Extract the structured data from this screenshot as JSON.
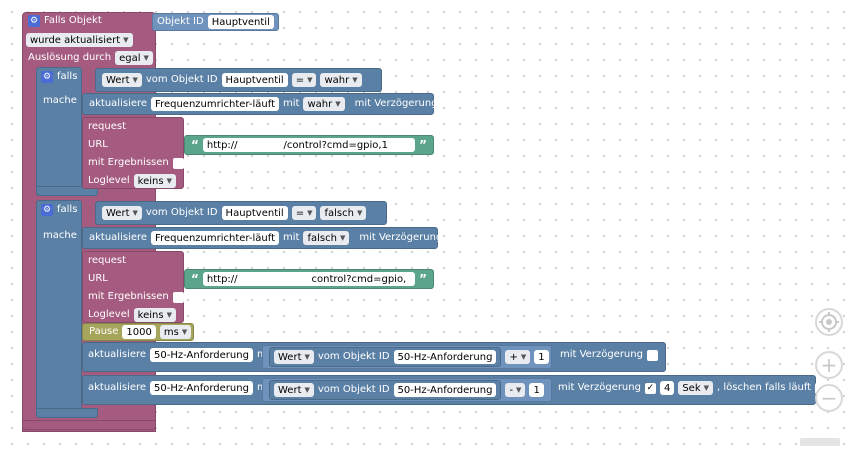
{
  "event": {
    "title": "Falls Objekt",
    "object_label": "Objekt ID",
    "object_value": "Hauptventil",
    "trigger": "wurde aktualisiert",
    "cause_label": "Auslösung durch",
    "cause_value": "egal"
  },
  "if1": {
    "falls": "falls",
    "mache": "mache",
    "cond_prop": "Wert",
    "cond_from": "vom Objekt ID",
    "cond_obj": "Hauptventil",
    "cond_op": "=",
    "cond_val": "wahr",
    "update_label": "aktualisiere",
    "update_obj": "Frequenzumrichter-läuft",
    "update_mit": "mit",
    "update_val": "wahr",
    "update_delay": "mit Verzögerung",
    "req_title": "request",
    "req_url": "URL",
    "req_url_prefix": "http://",
    "req_url_suffix": "/control?cmd=gpio,",
    "req_url_end": "1",
    "req_results": "mit Ergebnissen",
    "req_log": "Loglevel",
    "req_log_val": "keins"
  },
  "if2": {
    "falls": "falls",
    "mache": "mache",
    "cond_prop": "Wert",
    "cond_from": "vom Objekt ID",
    "cond_obj": "Hauptventil",
    "cond_op": "=",
    "cond_val": "falsch",
    "update_label": "aktualisiere",
    "update_obj": "Frequenzumrichter-läuft",
    "update_mit": "mit",
    "update_val": "falsch",
    "update_delay": "mit Verzögerung",
    "req_title": "request",
    "req_url": "URL",
    "req_url_prefix": "http://",
    "req_url_suffix": "control?cmd=gpio,",
    "req_results": "mit Ergebnissen",
    "req_log": "Loglevel",
    "req_log_val": "keins",
    "pause_label": "Pause",
    "pause_val": "1000",
    "pause_unit": "ms",
    "u1_label": "aktualisiere",
    "u1_obj": "50-Hz-Anforderung",
    "u1_mit": "mit",
    "u1_prop": "Wert",
    "u1_from": "vom Objekt ID",
    "u1_src": "50-Hz-Anforderung",
    "u1_op": "+",
    "u1_num": "1",
    "u1_delay": "mit Verzögerung",
    "u2_label": "aktualisiere",
    "u2_obj": "50-Hz-Anforderung",
    "u2_mit": "mit",
    "u2_prop": "Wert",
    "u2_from": "vom Objekt ID",
    "u2_src": "50-Hz-Anforderung",
    "u2_op": "-",
    "u2_num": "1",
    "u2_delay": "mit Verzögerung",
    "u2_check": "✓",
    "u2_time": "4",
    "u2_unit": "Sek",
    "u2_clear": ", löschen falls läuft"
  },
  "controls": {
    "center_icon": "crosshair-icon",
    "zoom_in_icon": "plus-icon",
    "zoom_out_icon": "minus-icon",
    "zoom_in": "+",
    "zoom_out": "−"
  }
}
